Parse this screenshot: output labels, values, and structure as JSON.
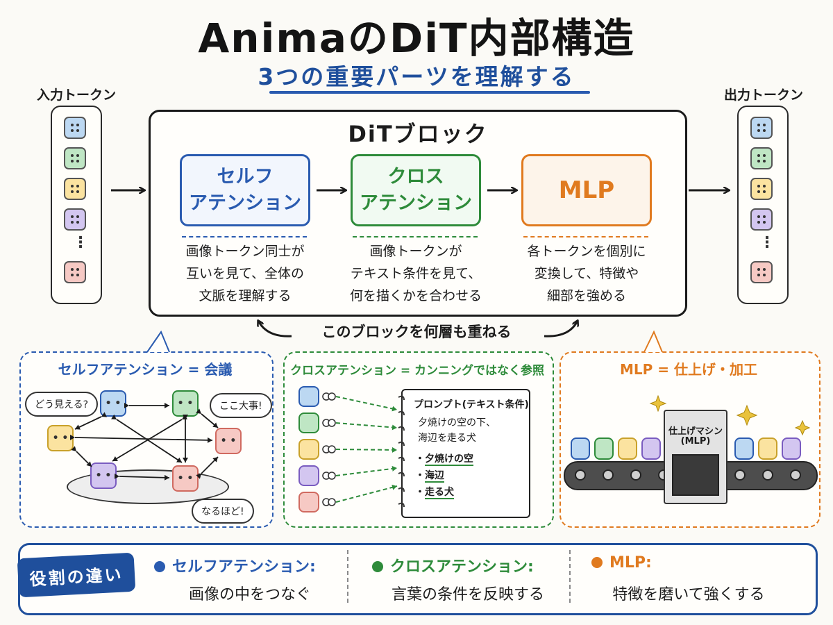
{
  "title": "AnimaのDiT内部構造",
  "subtitle": "3つの重要パーツを理解する",
  "input_label": "入力トークン",
  "output_label": "出力トークン",
  "token_colors": [
    "#bcd8f2",
    "#bfe6c4",
    "#fbe3a0",
    "#d3c6f0",
    "#f6c9c4"
  ],
  "ellipsis": "⋮",
  "dit": {
    "title": "DiTブロック",
    "modules": [
      {
        "name": "セルフ\nアテンション",
        "desc": "画像トークン同士が\n互いを見て、全体の\n文脈を理解する",
        "color": "#2a5bb0",
        "fill": "#f2f6fd"
      },
      {
        "name": "クロス\nアテンション",
        "desc": "画像トークンが\nテキスト条件を見て、\n何を描くかを合わせる",
        "color": "#2e8b3a",
        "fill": "#f1faf2"
      },
      {
        "name": "MLP",
        "desc": "各トークンを個別に\n変換して、特徴や\n細部を強める",
        "color": "#e07a1f",
        "fill": "#fdf4ea"
      }
    ],
    "loop_text": "このブロックを何層も重ねる"
  },
  "panels": {
    "self": {
      "title": "セルフアテンション = 会議",
      "bubbles": [
        "どう見える?",
        "ここ大事!",
        "なるほど!"
      ]
    },
    "cross": {
      "title": "クロスアテンション = カンニングではなく参照",
      "notebook_title": "プロンプト(テキスト条件)",
      "notebook_text": [
        "夕焼けの空の下、",
        "海辺を走る犬"
      ],
      "notebook_items": [
        "夕焼けの空",
        "海辺",
        "走る犬"
      ],
      "bullet": "・"
    },
    "mlp": {
      "title": "MLP = 仕上げ・加工",
      "machine_label": [
        "仕上げマシン",
        "(MLP)"
      ]
    }
  },
  "summary": {
    "tag": "役割の違い",
    "items": [
      {
        "head": "セルフアテンション:",
        "body": "画像の中をつなぐ",
        "color": "#2a5bb0"
      },
      {
        "head": "クロスアテンション:",
        "body": "言葉の条件を反映する",
        "color": "#2e8b3a"
      },
      {
        "head": "MLP:",
        "body": "特徴を磨いて強くする",
        "color": "#e07a1f"
      }
    ]
  },
  "colors": {
    "blue": "#2a5bb0",
    "green": "#2e8b3a",
    "orange": "#e07a1f",
    "ink": "#1c1c1c"
  },
  "icons": [
    "arrow-right-icon",
    "loop-arrow-icon",
    "sparkle-icon",
    "speech-bubble-icon"
  ]
}
